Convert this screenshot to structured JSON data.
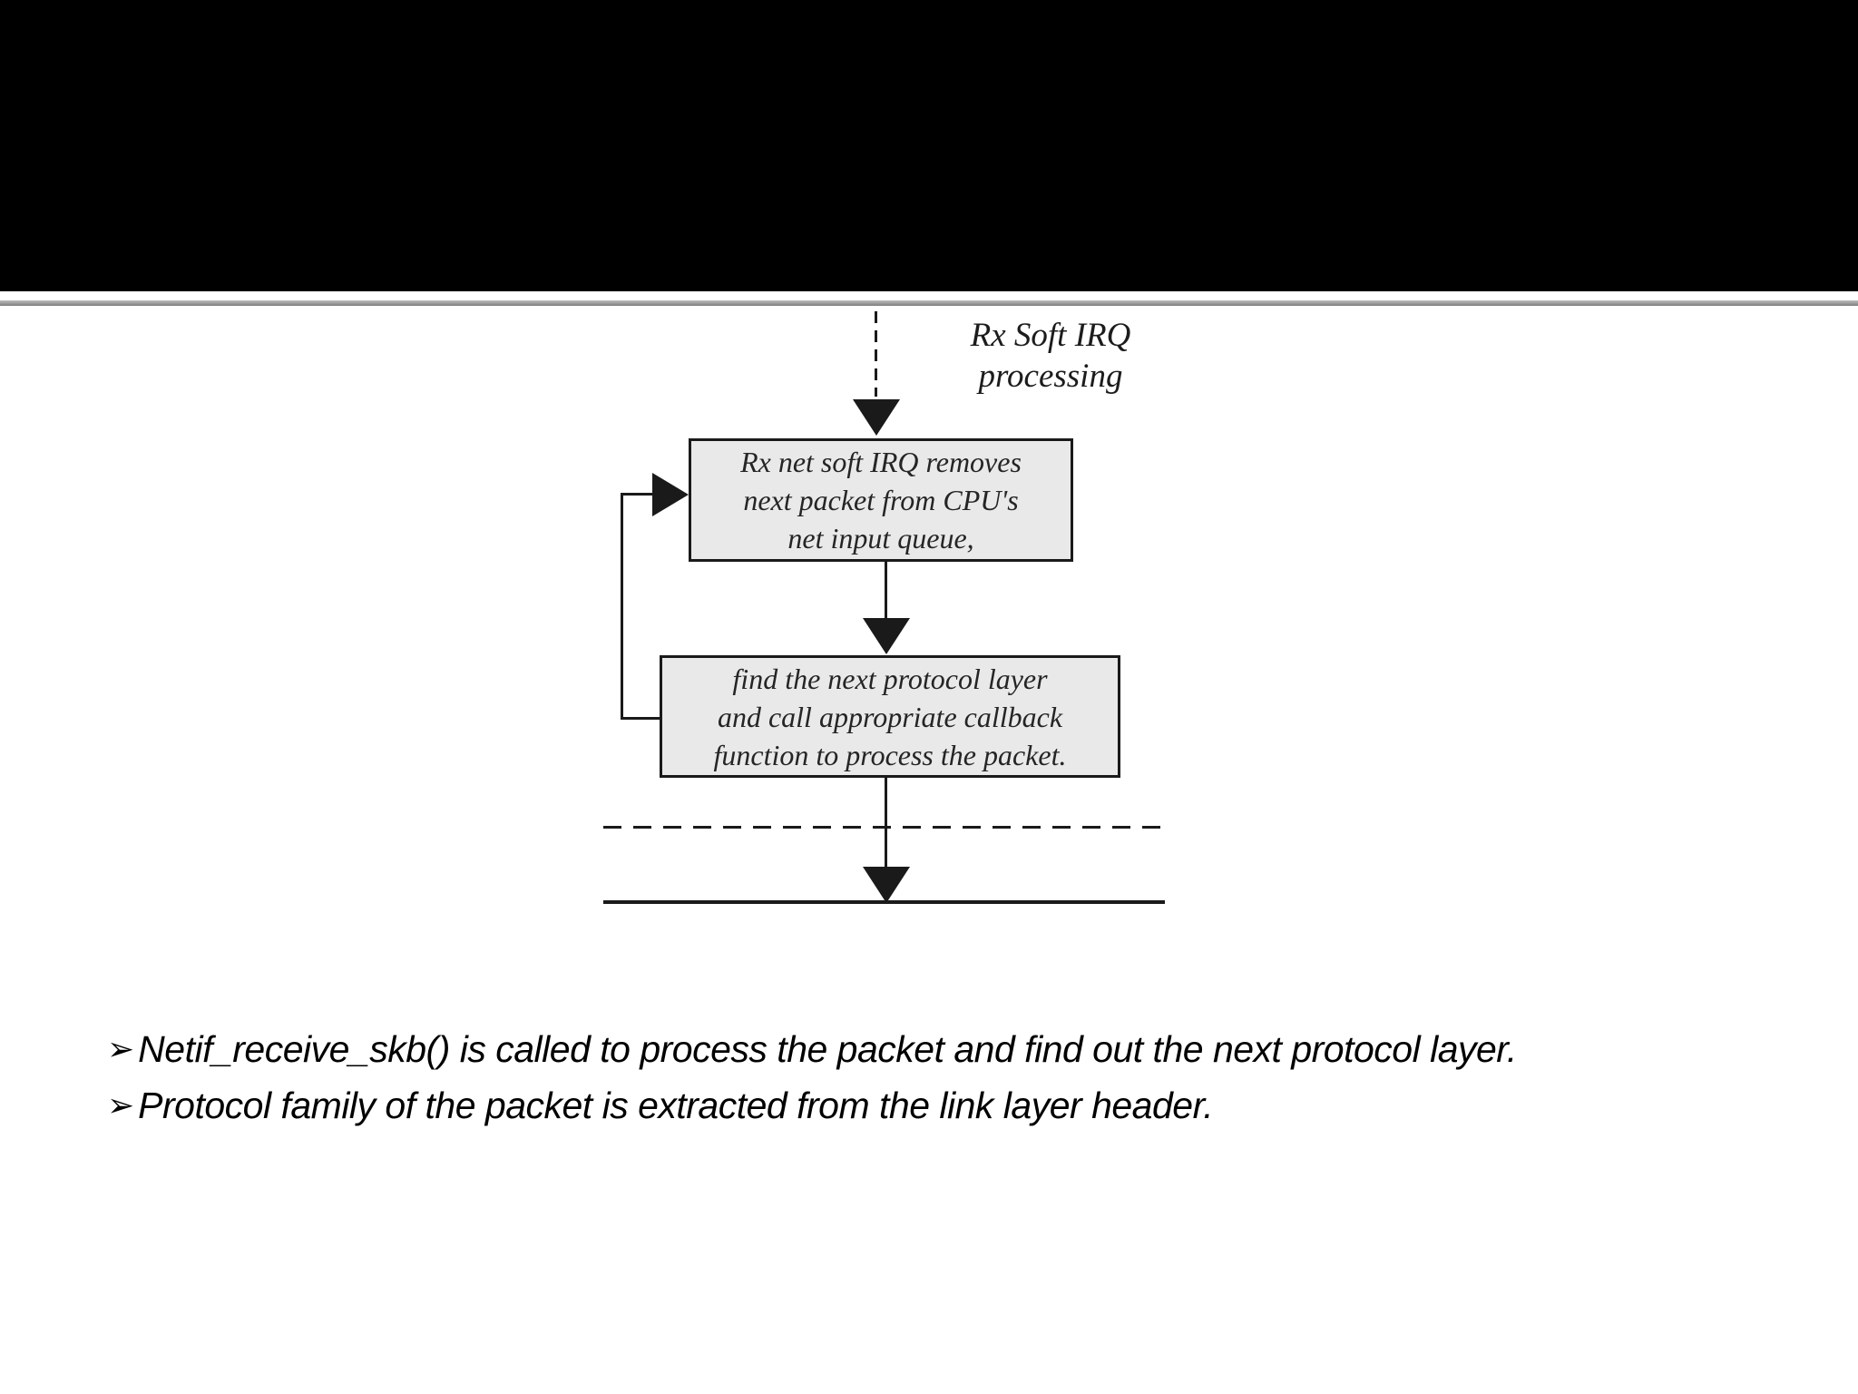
{
  "slide": {
    "background_color": "#ffffff",
    "top_bar_color": "#000000",
    "divider_color_top": "#bdbdbd",
    "divider_color_bottom": "#7e7e7e"
  },
  "diagram": {
    "stroke_color": "#1a1a1a",
    "box_fill_color": "#e9e9e9",
    "label": {
      "line1": "Rx Soft IRQ",
      "line2": "processing"
    },
    "boxes": [
      {
        "id": "rx-soft-irq-dequeue",
        "lines": [
          "Rx net soft IRQ removes",
          "next packet from CPU's",
          "net input queue,"
        ]
      },
      {
        "id": "find-protocol-callback",
        "lines": [
          "find the next protocol layer",
          "and call appropriate callback",
          "function to process the packet."
        ]
      }
    ]
  },
  "bullets": {
    "marker": "➢",
    "items": [
      "Netif_receive_skb() is called to process the packet and find out the next protocol layer.",
      "Protocol family of the packet is extracted from the link layer header."
    ]
  }
}
